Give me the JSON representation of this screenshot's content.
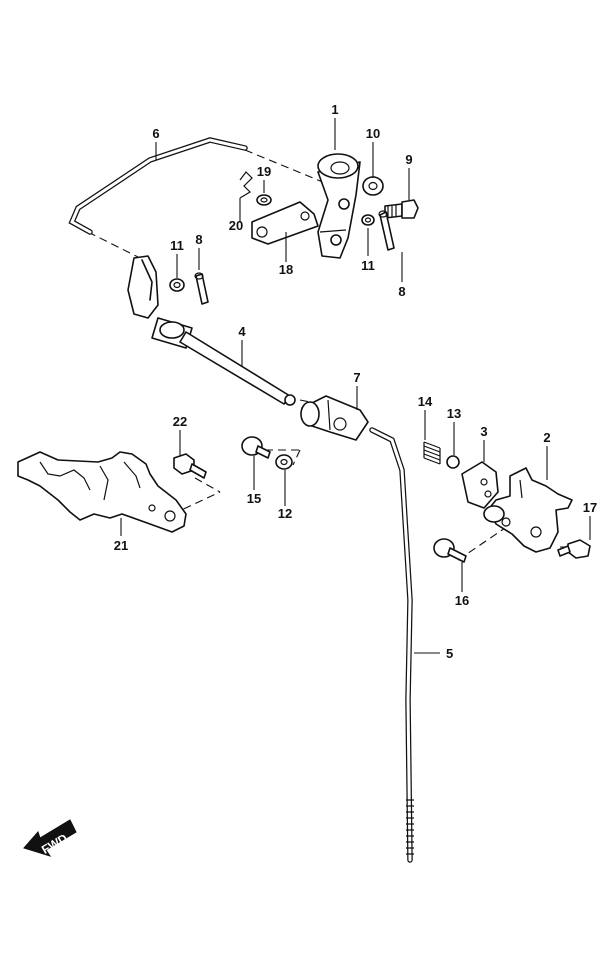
{
  "callouts": {
    "c1": "1",
    "c2": "2",
    "c3": "3",
    "c4": "4",
    "c5": "5",
    "c6": "6",
    "c7": "7",
    "c8a": "8",
    "c8b": "8",
    "c9": "9",
    "c10": "10",
    "c11a": "11",
    "c11b": "11",
    "c12": "12",
    "c13": "13",
    "c14": "14",
    "c15": "15",
    "c16": "16",
    "c17": "17",
    "c18": "18",
    "c19": "19",
    "c20": "20",
    "c21": "21",
    "c22": "22"
  },
  "fwd_label": "FWD"
}
